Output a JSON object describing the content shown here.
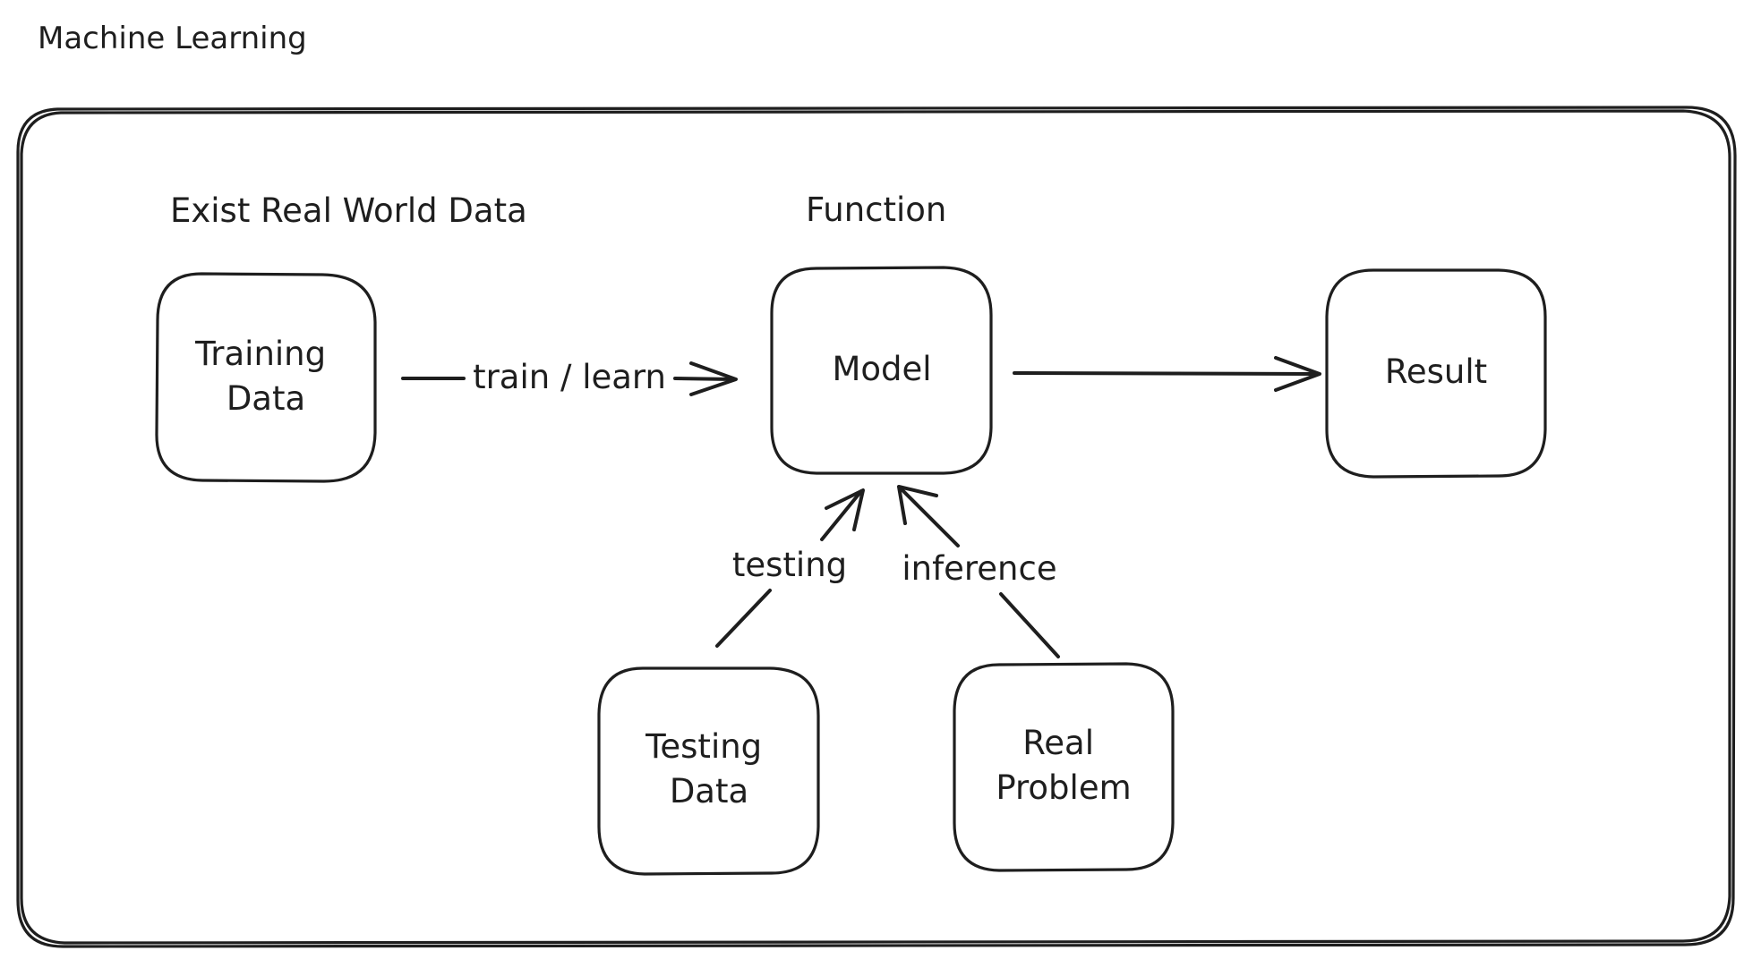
{
  "title": "Machine Learning",
  "section_labels": {
    "data": "Exist Real World Data",
    "function": "Function"
  },
  "nodes": {
    "training_data": [
      "Training",
      "Data"
    ],
    "model": "Model",
    "result": "Result",
    "testing_data": [
      "Testing",
      "Data"
    ],
    "real_problem": [
      "Real",
      "Problem"
    ]
  },
  "edges": {
    "train": "train / learn",
    "testing": "testing",
    "inference": "inference"
  }
}
